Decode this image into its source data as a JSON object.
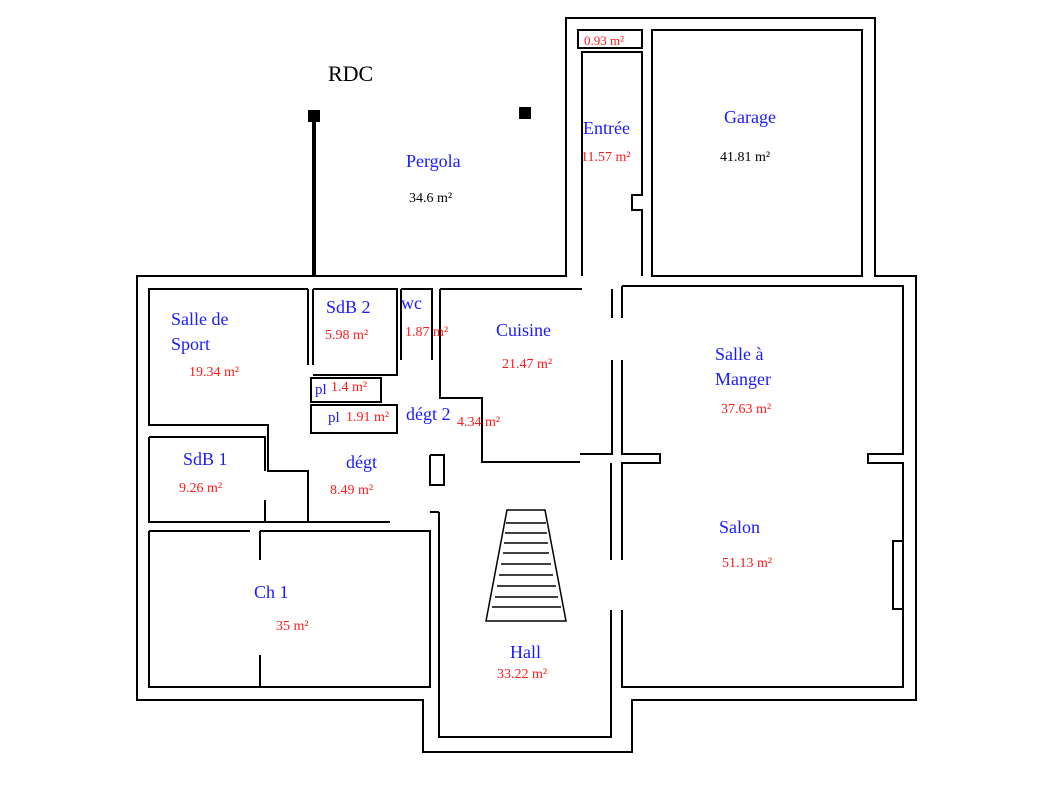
{
  "title": "RDC",
  "colors": {
    "room_name": "#1a1aff",
    "room_area": "#ff1a1a",
    "walls": "#000000"
  },
  "rooms": {
    "pergola": {
      "name": "Pergola",
      "area": "34.6 m²"
    },
    "entree": {
      "name": "Entrée",
      "area": "11.57 m²",
      "annex_area": "0.93 m²"
    },
    "garage": {
      "name": "Garage",
      "area": "41.81 m²"
    },
    "salle_sport": {
      "name_line1": "Salle de",
      "name_line2": "Sport",
      "area": "19.34 m²"
    },
    "sdb2": {
      "name": "SdB 2",
      "area": "5.98 m²"
    },
    "wc": {
      "name": "wc",
      "area": "1.87 m²"
    },
    "cuisine": {
      "name": "Cuisine",
      "area": "21.47 m²"
    },
    "salle_manger": {
      "name_line1": "Salle à",
      "name_line2": "Manger",
      "area": "37.63 m²"
    },
    "placard1": {
      "name": "pl",
      "area": "1.4 m²"
    },
    "placard2": {
      "name": "pl",
      "area": "1.91 m²"
    },
    "degt2": {
      "name": "dégt 2",
      "area": "4.34 m²"
    },
    "sdb1": {
      "name": "SdB 1",
      "area": "9.26 m²"
    },
    "degt": {
      "name": "dégt",
      "area": "8.49 m²"
    },
    "salon": {
      "name": "Salon",
      "area": "51.13 m²"
    },
    "ch1": {
      "name": "Ch 1",
      "area": "35 m²"
    },
    "hall": {
      "name": "Hall",
      "area": "33.22 m²"
    }
  }
}
